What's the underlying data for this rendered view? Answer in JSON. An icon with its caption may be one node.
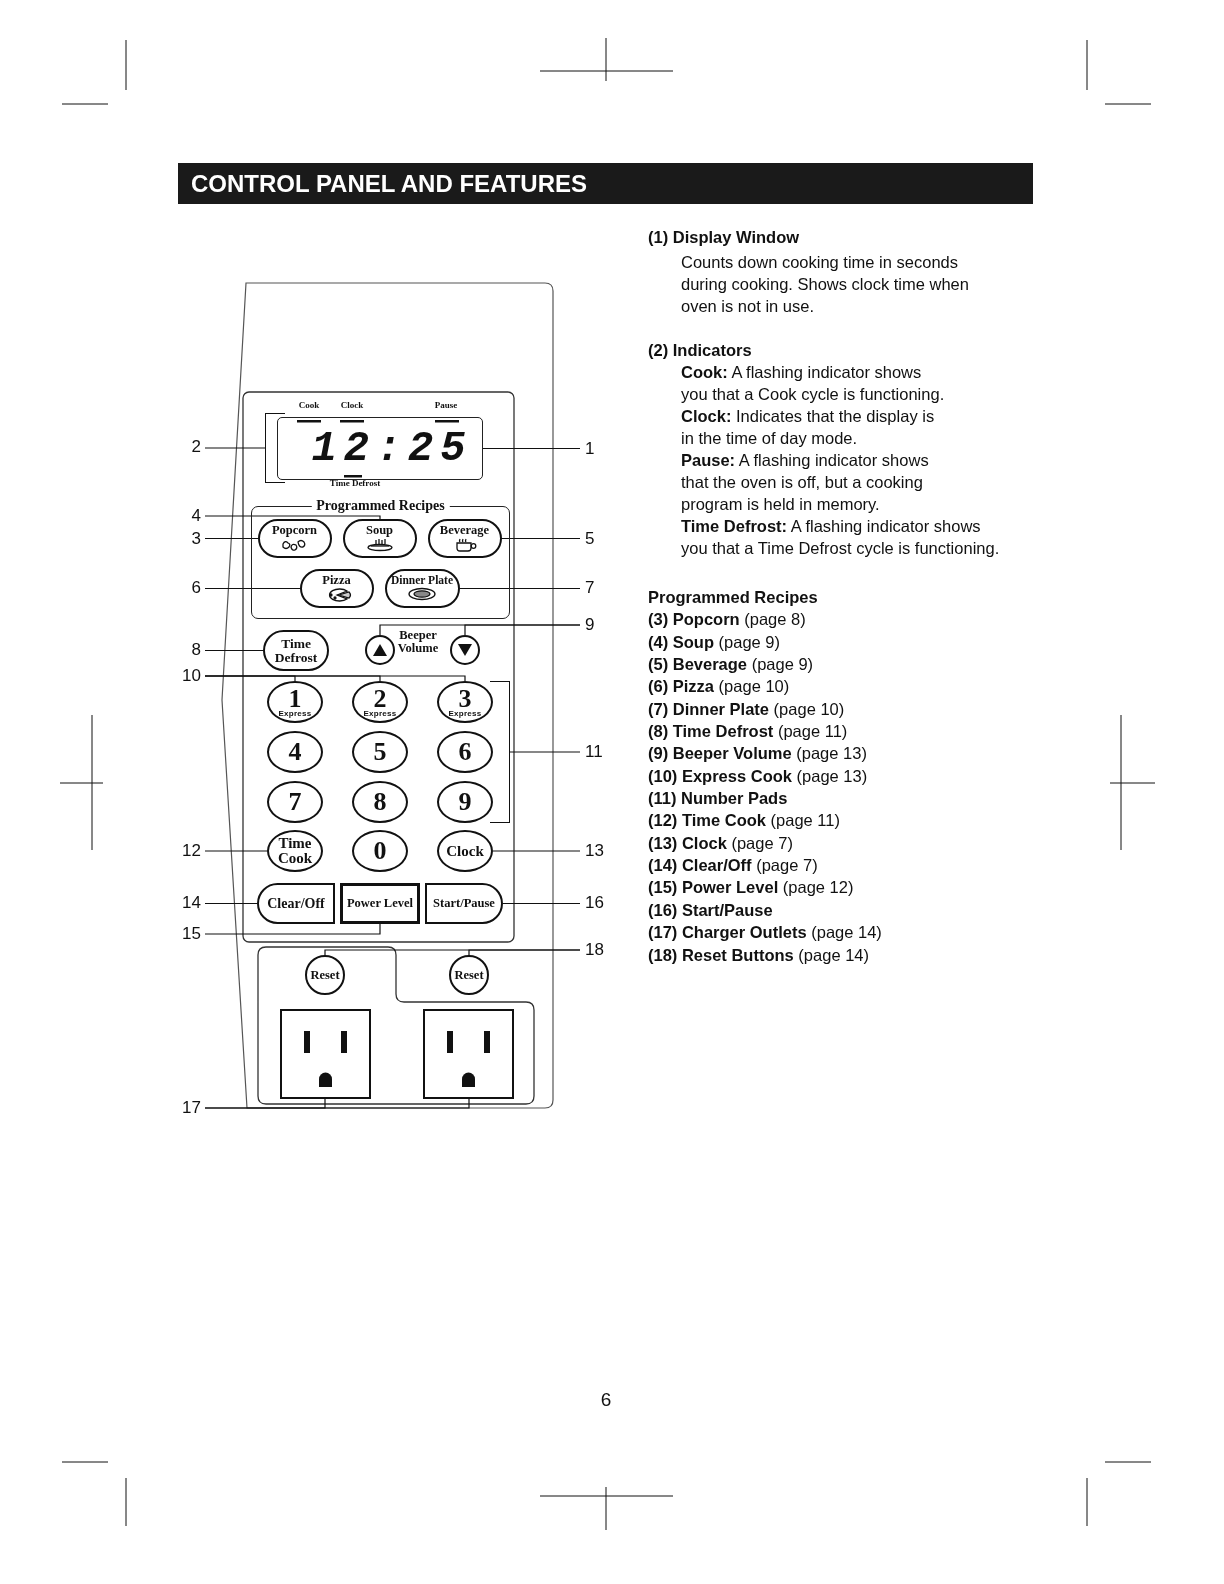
{
  "diagram": {
    "title": "CONTROL PANEL AND FEATURES",
    "nodes": [
      {
        "text": [
          "2"
        ]
      },
      {
        "text": [
          "12:25"
        ]
      },
      {
        "text": [
          "1"
        ]
      },
      {
        "text": [
          "4"
        ]
      },
      {
        "text": [
          "Programmed Recipes"
        ]
      },
      {
        "text": [
          "3"
        ]
      },
      {
        "text": [
          "Popcorn"
        ],
        "in": 4
      },
      {
        "text": [
          "Soup"
        ],
        "in": 4
      },
      {
        "text": [
          "Beverage"
        ],
        "in": 4
      },
      {
        "text": [
          "5"
        ]
      },
      {
        "text": [
          "6"
        ]
      },
      {
        "text": [
          "Pizza"
        ],
        "in": 4
      },
      {
        "text": [
          "Dinner Plate"
        ],
        "in": 4
      },
      {
        "text": [
          "7"
        ]
      },
      {
        "text": [
          "9"
        ]
      },
      {
        "text": [
          "8"
        ]
      },
      {
        "text": [
          "Time Defrost"
        ]
      },
      {
        "text": [],
        "shape": "circle"
      },
      {
        "text": [],
        "shape": "circle"
      },
      {
        "text": [
          "10"
        ]
      },
      {
        "text": [
          "1",
          "Express"
        ]
      },
      {
        "text": [
          "2",
          "Express"
        ]
      },
      {
        "text": [
          "3",
          "Express"
        ]
      },
      {
        "text": [
          "11"
        ]
      },
      {
        "text": [
          "4"
        ]
      },
      {
        "text": [
          "5"
        ]
      },
      {
        "text": [
          "6"
        ]
      },
      {
        "text": [
          "7"
        ]
      },
      {
        "text": [
          "8"
        ]
      },
      {
        "text": [
          "9"
        ]
      },
      {
        "text": [
          "12"
        ]
      },
      {
        "text": [
          "Time Cook"
        ]
      },
      {
        "text": [
          "0"
        ]
      },
      {
        "text": [
          "Clock"
        ]
      },
      {
        "text": [
          "13"
        ]
      },
      {
        "text": [
          "14"
        ]
      },
      {
        "text": [
          "Clear/Off"
        ]
      },
      {
        "text": [
          "Power Level"
        ]
      },
      {
        "text": [
          "Start/Pause"
        ]
      },
      {
        "text": [
          "16"
        ]
      },
      {
        "text": [
          "15"
        ]
      },
      {
        "text": [
          "18"
        ]
      },
      {
        "text": [
          "Reset"
        ]
      },
      {
        "text": [
          "Reset"
        ]
      },
      {
        "text": [],
        "shape": "box"
      },
      {
        "text": [],
        "shape": "box"
      },
      {
        "text": [
          "17"
        ]
      },
      {
        "text": [],
        "shape": "bracket"
      },
      {
        "text": [],
        "shape": "bracket"
      }
    ],
    "edges": [
      {
        "from": 0,
        "to": 47,
        "arrow": "none"
      },
      {
        "from": 2,
        "to": 1,
        "arrow": "none"
      },
      {
        "from": 3,
        "to": 7,
        "arrow": "none"
      },
      {
        "from": 5,
        "to": 6,
        "arrow": "none"
      },
      {
        "from": 9,
        "to": 8,
        "arrow": "none"
      },
      {
        "from": 10,
        "to": 11,
        "arrow": "none"
      },
      {
        "from": 13,
        "to": 12,
        "arrow": "none"
      },
      {
        "from": 14,
        "to": 17,
        "arrow": "none"
      },
      {
        "from": 14,
        "to": 18,
        "arrow": "none"
      },
      {
        "from": 15,
        "to": 16,
        "arrow": "none"
      },
      {
        "from": 19,
        "to": 20,
        "arrow": "none"
      },
      {
        "from": 19,
        "to": 21,
        "arrow": "none"
      },
      {
        "from": 19,
        "to": 22,
        "arrow": "none"
      },
      {
        "from": 23,
        "to": 48,
        "arrow": "none"
      },
      {
        "from": 30,
        "to": 31,
        "arrow": "none"
      },
      {
        "from": 34,
        "to": 33,
        "arrow": "none"
      },
      {
        "from": 35,
        "to": 36,
        "arrow": "none"
      },
      {
        "from": 40,
        "to": 37,
        "arrow": "none"
      },
      {
        "from": 39,
        "to": 38,
        "arrow": "none"
      },
      {
        "from": 41,
        "to": 42,
        "arrow": "none"
      },
      {
        "from": 41,
        "to": 43,
        "arrow": "none"
      },
      {
        "from": 46,
        "to": 44,
        "arrow": "none"
      },
      {
        "from": 46,
        "to": 45,
        "arrow": "none"
      }
    ],
    "labels": [
      "Cook",
      "Clock",
      "Pause",
      "Time Defrost",
      "Beeper Volume",
      "(1) Display Window",
      "Counts down cooking time in seconds during cooking. Shows clock time when oven is not in use.",
      "(2) Indicators",
      "**Cook:** A flashing indicator shows you that a Cook cycle is functioning.",
      "**Clock:** Indicates that the display is in the time of day mode.",
      "**Pause:** A flashing indicator shows that the oven is off, but a cooking program is held in memory.",
      "**Time Defrost:** A flashing indicator shows you that a Time Defrost cycle is functioning.",
      "Programmed Recipes",
      "**(3) Popcorn** (page 8)",
      "**(4) Soup** (page 9)",
      "**(5) Beverage** (page 9)",
      "**(6) Pizza** (page 10)",
      "**(7) Dinner Plate** (page 10)",
      "**(8) Time Defrost** (page 11)",
      "**(9) Beeper Volume** (page 13)",
      "**(10) Express Cook** (page 13)",
      "(11) Number Pads",
      "**(12) Time Cook** (page 11)",
      "**(13) Clock** (page 7)",
      "**(14) Clear/Off** (page 7)",
      "**(15) Power Level** (page 12)",
      "(16) Start/Pause",
      "**(17) Charger Outlets** (page 14)",
      "**(18) Reset Buttons** (page 14)",
      "6"
    ]
  }
}
